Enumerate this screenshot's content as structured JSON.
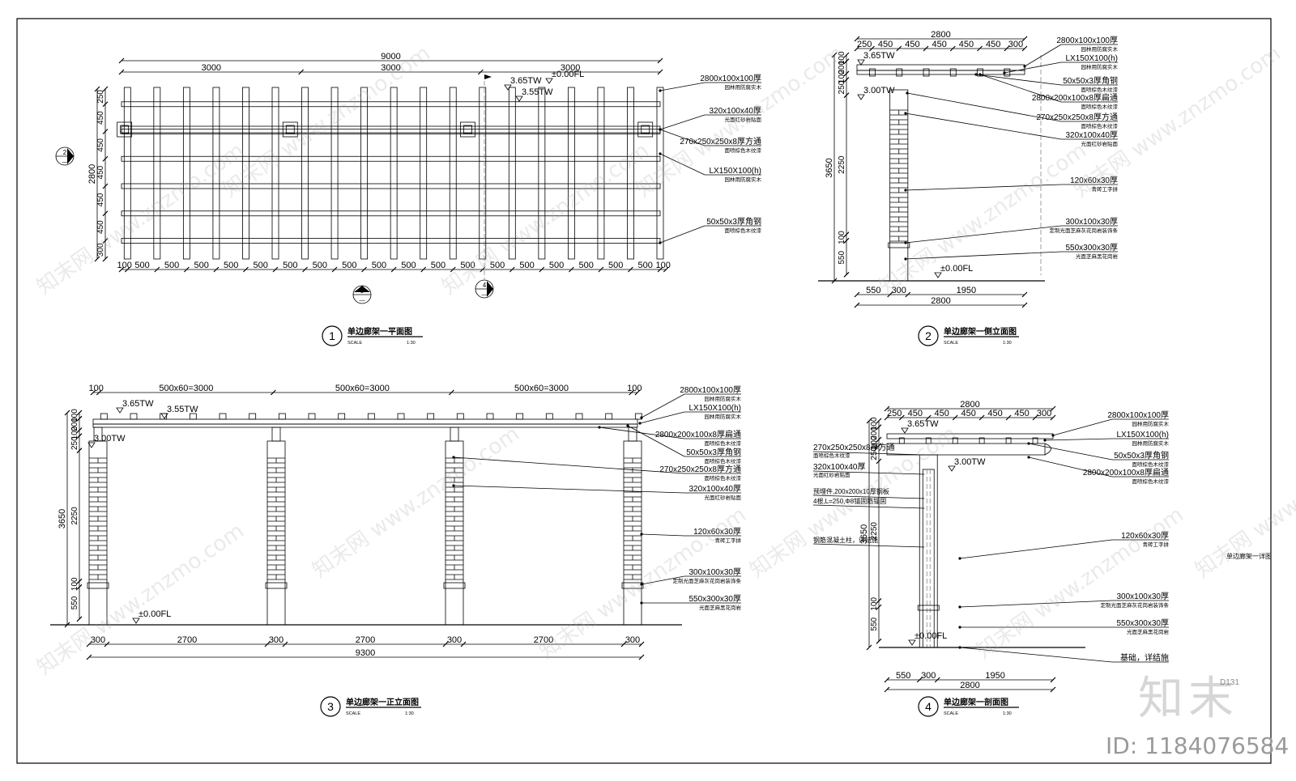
{
  "watermark": {
    "site": "www.znzmo.com",
    "brand": "知末网",
    "logo": "知末",
    "id_text": "ID: 1184076584"
  },
  "sheet_code": "D131",
  "side_note": "单边廊架一详图",
  "views": [
    {
      "number": "1",
      "title": "单边廊架一平面图",
      "scale_word": "SCALE",
      "scale": "1:30"
    },
    {
      "number": "2",
      "title": "单边廊架一侧立面图",
      "scale_word": "SCALE",
      "scale": "1:30"
    },
    {
      "number": "3",
      "title": "单边廊架一正立面图",
      "scale_word": "SCALE",
      "scale": "1:30"
    },
    {
      "number": "4",
      "title": "单边廊架一剖面图",
      "scale_word": "SCALE",
      "scale": "1:30"
    }
  ],
  "plan": {
    "total": "9000",
    "thirds": [
      "3000",
      "3000",
      "3000"
    ],
    "bottom_dims": [
      "100",
      "500",
      "500",
      "500",
      "500",
      "500",
      "500",
      "500",
      "500",
      "500",
      "500",
      "500",
      "500",
      "500",
      "500",
      "500",
      "500",
      "500",
      "500",
      "100"
    ],
    "left_dims": [
      "250",
      "450",
      "450",
      "450",
      "450",
      "450",
      "300"
    ],
    "left_total": "2800",
    "levels": [
      "3.65TW",
      "3.55TW",
      "±0.00FL"
    ],
    "marks": [
      "2",
      "3",
      "4"
    ],
    "labels": [
      {
        "main": "2800x100x100厚",
        "sub": "园林用防腐实木"
      },
      {
        "main": "320x100x40厚",
        "sub": "光面红砂岩贴面"
      },
      {
        "main": "270x250x250x8厚方通",
        "sub": "面喷棕色木纹漆"
      },
      {
        "main": "LX150X100(h)",
        "sub": "园林用防腐实木"
      },
      {
        "main": "50x50x3厚角钢",
        "sub": "面喷棕色木纹漆"
      }
    ]
  },
  "side": {
    "top_total": "2800",
    "top_dims": [
      "250",
      "450",
      "450",
      "450",
      "450",
      "450",
      "300"
    ],
    "left_dims": [
      "100",
      "200",
      "100",
      "250",
      "2250",
      "100",
      "550"
    ],
    "left_total": "3650",
    "levels": [
      "3.65TW",
      "3.00TW",
      "±0.00FL"
    ],
    "bottom_dims": [
      "550",
      "300",
      "1950"
    ],
    "bottom_total": "2800",
    "labels": [
      {
        "main": "2800x100x100厚",
        "sub": "园林用防腐实木"
      },
      {
        "main": "LX150X100(h)",
        "sub": "园林用防腐实木"
      },
      {
        "main": "50x50x3厚角钢",
        "sub": "面喷棕色木纹漆"
      },
      {
        "main": "2800x200x100x8厚扁通",
        "sub": "面喷棕色木纹漆"
      },
      {
        "main": "270x250x250x8厚方通",
        "sub": "面喷棕色木纹漆"
      },
      {
        "main": "320x100x40厚",
        "sub": "光面红砂岩贴面"
      },
      {
        "main": "120x60x30厚",
        "sub": "青砖工字拼"
      },
      {
        "main": "300x100x30厚",
        "sub": "定制光面芝麻灰花岗岩装饰条"
      },
      {
        "main": "550x300x30厚",
        "sub": "光面芝麻黑花岗岩"
      }
    ]
  },
  "front": {
    "top_dims": [
      "100",
      "500x60=3000",
      "500x60=3000",
      "500x60=3000",
      "100"
    ],
    "levels": [
      "3.65TW",
      "3.55TW",
      "3.00TW",
      "±0.00FL"
    ],
    "left_dims": [
      "100",
      "200",
      "100",
      "250",
      "2250",
      "100",
      "550"
    ],
    "left_total": "3650",
    "bottom_dims": [
      "300",
      "2700",
      "300",
      "2700",
      "300",
      "2700",
      "300"
    ],
    "bottom_total": "9300",
    "labels": [
      {
        "main": "2800x100x100厚",
        "sub": "园林用防腐实木"
      },
      {
        "main": "LX150X100(h)",
        "sub": "园林用防腐实木"
      },
      {
        "main": "2800x200x100x8厚扁通",
        "sub": "面喷棕色木纹漆"
      },
      {
        "main": "50x50x3厚角钢",
        "sub": "面喷棕色木纹漆"
      },
      {
        "main": "270x250x250x8厚方通",
        "sub": "面喷棕色木纹漆"
      },
      {
        "main": "320x100x40厚",
        "sub": "光面红砂岩贴面"
      },
      {
        "main": "120x60x30厚",
        "sub": "青砖工字拼"
      },
      {
        "main": "300x100x30厚",
        "sub": "定制光面芝麻灰花岗岩装饰条"
      },
      {
        "main": "550x300x30厚",
        "sub": "光面芝麻黑花岗岩"
      }
    ]
  },
  "section": {
    "top_total": "2800",
    "top_dims": [
      "250",
      "450",
      "450",
      "450",
      "450",
      "450",
      "300"
    ],
    "left_dims": [
      "100",
      "200",
      "100",
      "250",
      "2250",
      "100",
      "550"
    ],
    "left_total": "3650",
    "levels": [
      "3.65TW",
      "3.00TW",
      "±0.00FL"
    ],
    "bottom_dims": [
      "550",
      "300",
      "1950"
    ],
    "bottom_total": "2800",
    "left_labels": [
      {
        "main": "270x250x250x8厚方通",
        "sub": "面喷棕色木纹漆"
      },
      {
        "main": "320x100x40厚",
        "sub": "光面红砂岩贴面"
      },
      {
        "main": "预埋件,200x200x10厚钢板",
        "sub": ""
      },
      {
        "main": "4根,L=250,Φ8锚固筋锚固",
        "sub": ""
      },
      {
        "main": "钢筋混凝土柱，详结施",
        "sub": ""
      }
    ],
    "right_labels": [
      {
        "main": "2800x100x100厚",
        "sub": "园林用防腐实木"
      },
      {
        "main": "LX150X100(h)",
        "sub": "园林用防腐实木"
      },
      {
        "main": "50x50x3厚角钢",
        "sub": "面喷棕色木纹漆"
      },
      {
        "main": "2800x200x100x8厚扁通",
        "sub": "面喷棕色木纹漆"
      },
      {
        "main": "120x60x30厚",
        "sub": "青砖工字拼"
      },
      {
        "main": "300x100x30厚",
        "sub": "定制光面芝麻灰花岗岩装饰条"
      },
      {
        "main": "550x300x30厚",
        "sub": "光面芝麻黑花岗岩"
      },
      {
        "main": "基础，详结施",
        "sub": ""
      }
    ]
  }
}
